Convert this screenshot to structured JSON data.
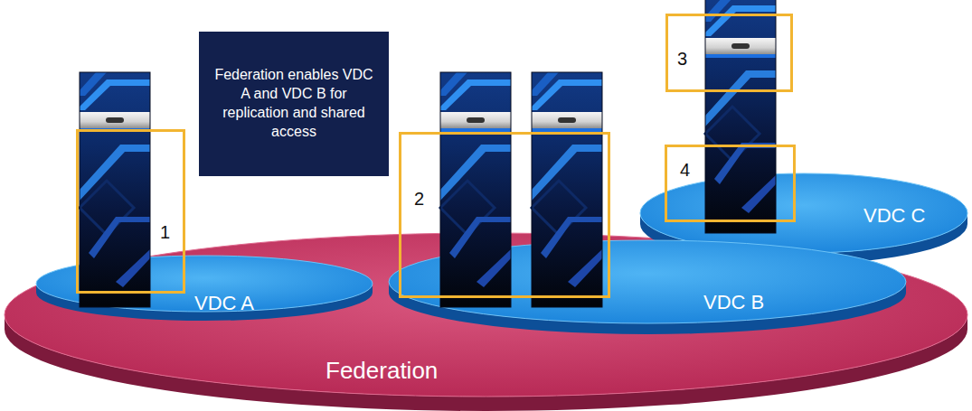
{
  "diagram": {
    "nodes": [
      {
        "text": [
          "Federation enables VDC A and VDC B for replication and shared access"
        ]
      },
      {
        "text": [
          "Federation"
        ]
      },
      {
        "text": [
          "VDC A"
        ],
        "in": 1
      },
      {
        "text": [
          "VDC B"
        ],
        "in": 1
      },
      {
        "text": [
          "VDC C"
        ]
      },
      {
        "text": [
          "1"
        ]
      },
      {
        "text": [
          "2"
        ]
      },
      {
        "text": [
          "3"
        ]
      },
      {
        "text": [
          "4"
        ]
      }
    ]
  }
}
